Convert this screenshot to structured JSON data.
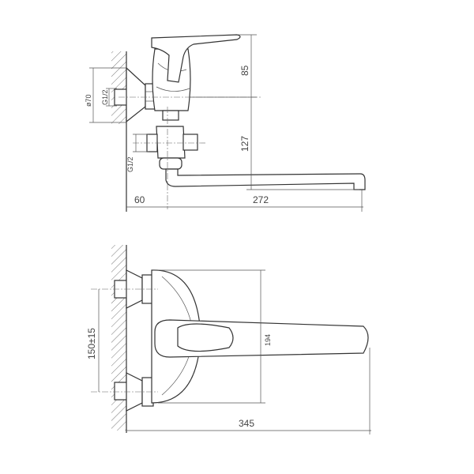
{
  "side_view": {
    "dimensions": {
      "flange_diameter": "ø70",
      "inlet_thread": "G1/2",
      "outlet_thread": "G1/2",
      "lever_to_axis_height": "85",
      "axis_to_spout_height": "127",
      "wall_to_axis": "60",
      "spout_reach": "272"
    }
  },
  "top_view": {
    "dimensions": {
      "inlet_spacing": "150±15",
      "body_height": "194",
      "overall_length": "345"
    }
  }
}
